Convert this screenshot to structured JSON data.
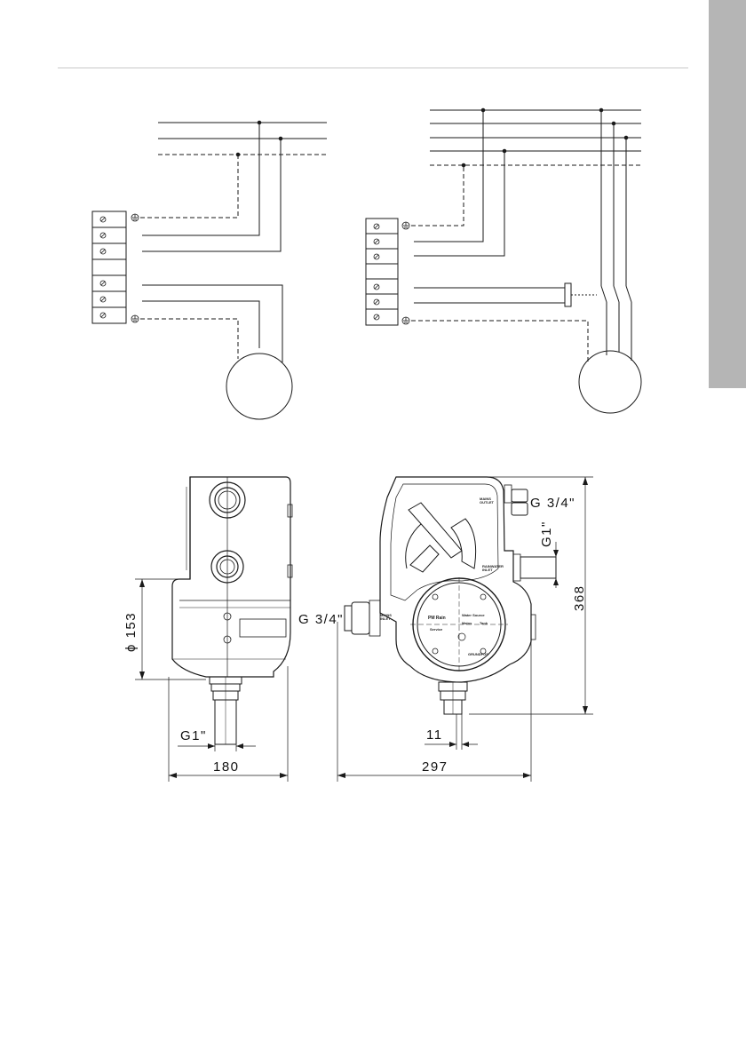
{
  "dimensions": {
    "height_total": "368",
    "width_side": "180",
    "width_front": "297",
    "diameter": "ϕ 153",
    "thread_outlet": "G 3/4\"",
    "thread_inlet": "G 3/4\"",
    "thread_bottom": "G1\"",
    "thread_side": "G1\"",
    "offset": "11"
  },
  "panel_text": {
    "product": "PM Rain",
    "water_source": "Water Source",
    "service": "Service",
    "mains": "Mains",
    "tank": "Tank",
    "brand": "GRUNDFOS",
    "inlet_out": "MAINS OUTLET",
    "inlet_in": "MAINS INLET",
    "tank_in": "RAINWATER INLET"
  }
}
